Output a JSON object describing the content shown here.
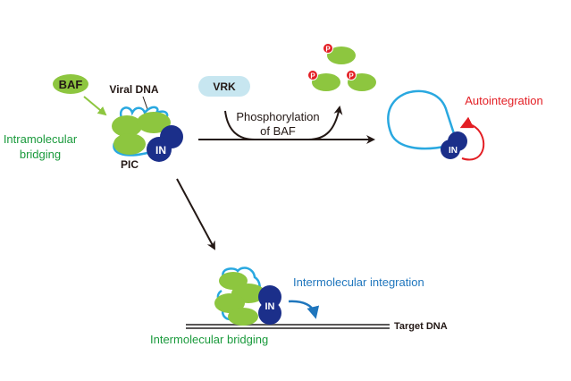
{
  "colors": {
    "baf_green": "#8dc63f",
    "in_navy": "#1b2f8a",
    "dna_blue": "#29a8e0",
    "vrk_lightblue": "#c7e6f0",
    "label_green": "#1a9a3c",
    "auto_red": "#e31e24",
    "inter_blue": "#1f76bd",
    "arrow_black": "#231815",
    "phospho_red": "#e31e24",
    "target_gray": "#595757"
  },
  "labels": {
    "baf": "BAF",
    "viral_dna": "Viral DNA",
    "vrk": "VRK",
    "phosphorylation_line1": "Phosphorylation",
    "phosphorylation_line2": "of BAF",
    "intramolecular_line1": "Intramolecular",
    "intramolecular_line2": "bridging",
    "pic": "PIC",
    "in": "IN",
    "phospho_mark": "P",
    "autointegration": "Autointegration",
    "intermolecular_integration": "Intermolecular integration",
    "target_dna": "Target DNA",
    "intermolecular_bridging": "Intermolecular bridging"
  }
}
